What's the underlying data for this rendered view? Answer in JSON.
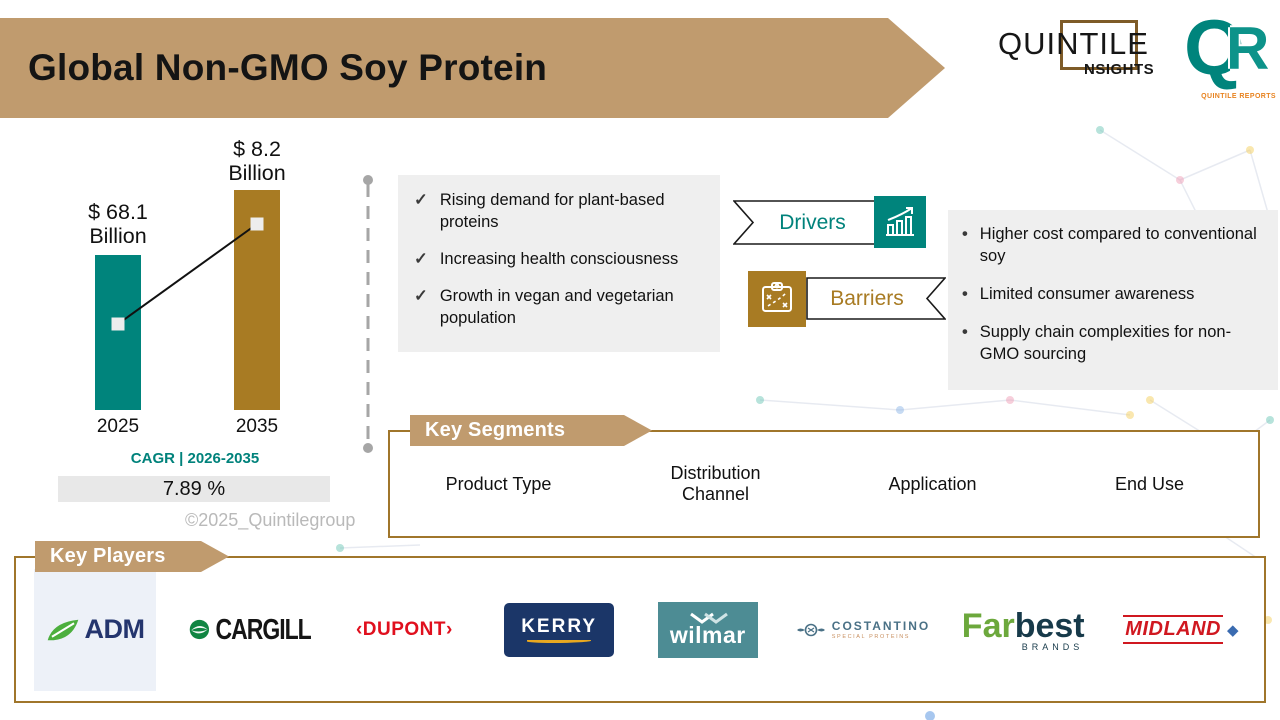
{
  "slide": {
    "title": "Global Non-GMO Soy Protein"
  },
  "brand": {
    "quintile_word": "QUINTILE",
    "insights_word": "NSIGHTS",
    "qr_q": "Q",
    "qr_r": "R",
    "qr_caption": "QUINTILE REPORTS"
  },
  "chart_data": {
    "type": "bar",
    "title": "",
    "categories": [
      "2025",
      "2035"
    ],
    "values": [
      68.1,
      8.2
    ],
    "labels": [
      {
        "value": "$ 68.1",
        "unit": "Billion"
      },
      {
        "value": "$ 8.2",
        "unit": "Billion"
      }
    ],
    "bar_colors": [
      "#00847C",
      "#A87B23"
    ],
    "trend_line": "between bar markers",
    "legend": "none",
    "cagr": {
      "label": "CAGR | 2026-2035",
      "value": "7.89 %"
    }
  },
  "copyright": "©2025_Quintilegroup",
  "drivers": {
    "label": "Drivers",
    "items": [
      "Rising demand for plant-based proteins",
      "Increasing health consciousness",
      "Growth in vegan and vegetarian population"
    ]
  },
  "barriers": {
    "label": "Barriers",
    "items": [
      "Higher cost compared to conventional soy",
      "Limited consumer awareness",
      "Supply chain complexities for non-GMO sourcing"
    ]
  },
  "key_segments": {
    "label": "Key Segments",
    "columns": [
      "Product Type",
      "Distribution Channel",
      "Application",
      "End Use"
    ]
  },
  "key_players": {
    "label": "Key Players",
    "logos": {
      "adm": "ADM",
      "cargill": "CARGILL",
      "dupont": "‹DUPONT›",
      "kerry": "KERRY",
      "wilmar": "wilmar",
      "costantino": "COSTANTINO",
      "costantino_sub": "SPECIAL PROTEINS",
      "farbest_1": "Far",
      "farbest_2": "best",
      "farbest_sub": "BRANDS",
      "midland": "MIDLAND"
    }
  },
  "colors": {
    "banner_tan": "#C09B6E",
    "accent_teal": "#00847C",
    "accent_brown": "#A87B23",
    "box_border_brown": "#A0762B",
    "panel_gray": "#EFEFEF"
  }
}
